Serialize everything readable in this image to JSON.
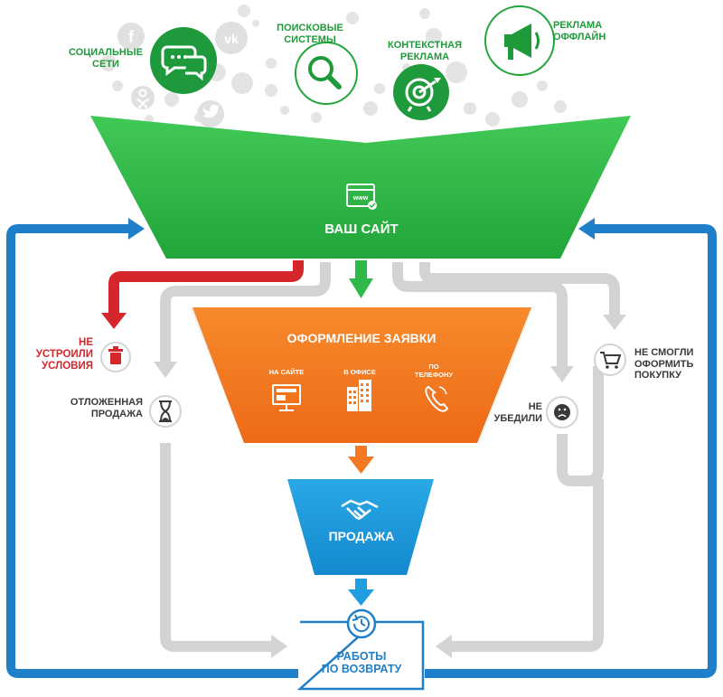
{
  "colors": {
    "green": "#2fb94a",
    "green_dark": "#1f9a3a",
    "orange": "#f47920",
    "blue": "#1e9ee0",
    "blue_loop": "#1f7fc8",
    "red": "#d4262b",
    "gray": "#d3d3d3",
    "text_dark": "#3a3a3a"
  },
  "sources": {
    "social_label": "СОЦИАЛЬНЫЕ\nСЕТИ",
    "search_label": "ПОИСКОВЫЕ\nСИСТЕМЫ",
    "context_label": "КОНТЕКСТНАЯ\nРЕКЛАМА",
    "offline_label": "РЕКЛАМА\nОФФЛАЙН",
    "icons": [
      "chat-icon",
      "magnifier-icon",
      "target-icon",
      "megaphone-icon",
      "facebook-icon",
      "vk-icon",
      "odnoklassniki-icon",
      "twitter-icon"
    ]
  },
  "site_funnel": {
    "title": "ВАШ САЙТ",
    "icon": "website-icon"
  },
  "application_funnel": {
    "title": "ОФОРМЛЕНИЕ ЗАЯВКИ",
    "channels": [
      {
        "label": "НА САЙТЕ",
        "icon": "monitor-icon"
      },
      {
        "label": "В ОФИСЕ",
        "icon": "office-building-icon"
      },
      {
        "label": "ПО\nТЕЛЕФОНУ",
        "icon": "phone-icon"
      }
    ]
  },
  "sale_funnel": {
    "title": "ПРОДАЖА",
    "icon": "handshake-icon"
  },
  "outcomes": {
    "bad_terms": {
      "label": "НЕ\nУСТРОИЛИ\nУСЛОВИЯ",
      "icon": "trash-icon"
    },
    "postponed": {
      "label": "ОТЛОЖЕННАЯ\nПРОДАЖА",
      "icon": "hourglass-icon"
    },
    "couldnt_order": {
      "label": "НЕ СМОГЛИ\nОФОРМИТЬ\nПОКУПКУ",
      "icon": "cart-icon"
    },
    "not_convinced": {
      "label": "НЕ\nУБЕДИЛИ",
      "icon": "sad-face-icon"
    }
  },
  "return_box": {
    "title": "РАБОТЫ\nПО ВОЗВРАТУ",
    "icon": "refresh-icon"
  }
}
